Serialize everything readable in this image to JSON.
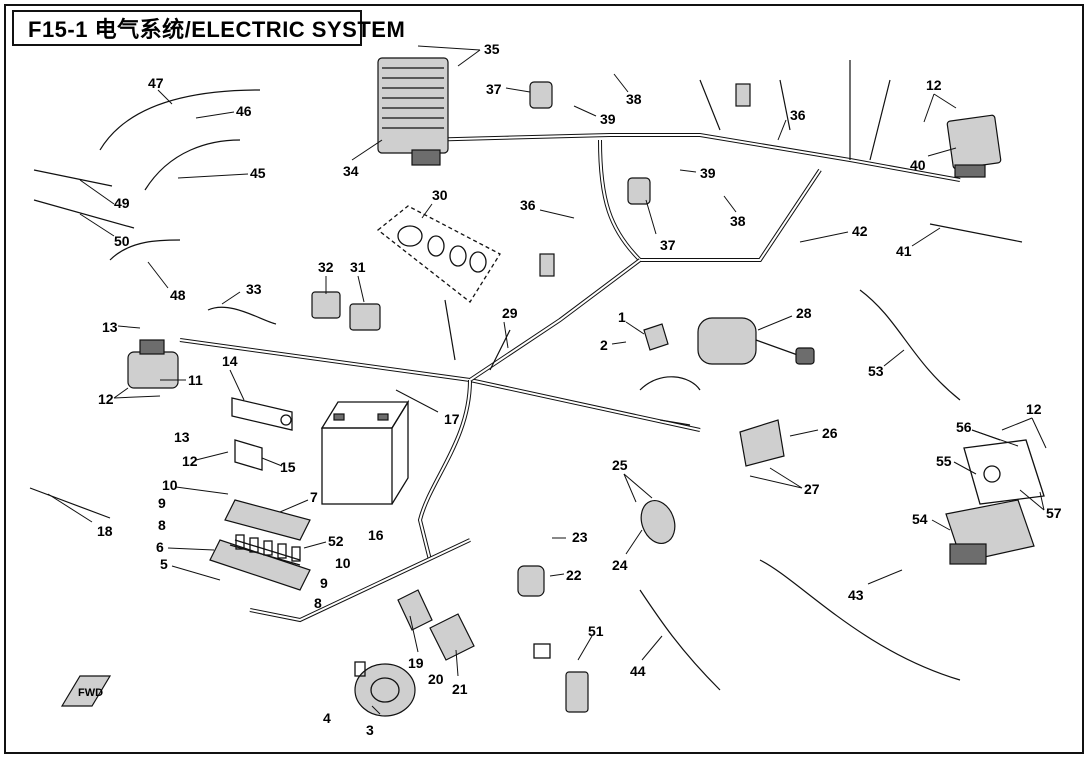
{
  "title": "F15-1 电气系统/ELECTRIC SYSTEM",
  "fwd_label": "FWD",
  "callouts": [
    "1",
    "2",
    "3",
    "4",
    "5",
    "6",
    "7",
    "8",
    "8",
    "9",
    "9",
    "10",
    "10",
    "11",
    "12",
    "12",
    "12",
    "12",
    "13",
    "13",
    "14",
    "15",
    "16",
    "17",
    "18",
    "19",
    "20",
    "21",
    "22",
    "23",
    "24",
    "25",
    "26",
    "27",
    "28",
    "29",
    "30",
    "31",
    "32",
    "33",
    "34",
    "35",
    "36",
    "36",
    "37",
    "37",
    "38",
    "38",
    "39",
    "39",
    "40",
    "41",
    "42",
    "43",
    "44",
    "45",
    "46",
    "47",
    "48",
    "49",
    "50",
    "51",
    "52",
    "53",
    "54",
    "55",
    "56",
    "57"
  ]
}
